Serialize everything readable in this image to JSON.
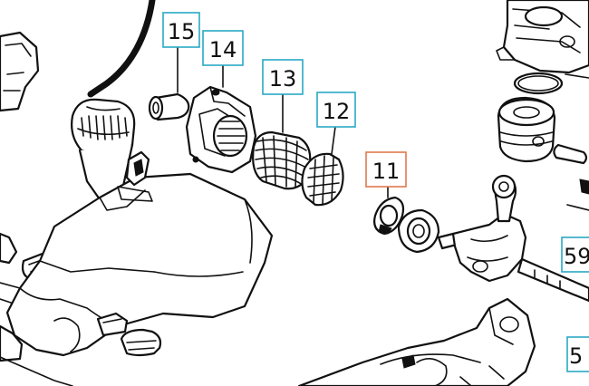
{
  "diagram": {
    "colors": {
      "line": "#111111",
      "callout_default": "#2aa8c4",
      "callout_selected": "#e07a4f",
      "background": "#ffffff"
    },
    "callouts": [
      {
        "id": "15",
        "label": "15",
        "selected": false
      },
      {
        "id": "14",
        "label": "14",
        "selected": false
      },
      {
        "id": "13",
        "label": "13",
        "selected": false
      },
      {
        "id": "12",
        "label": "12",
        "selected": false
      },
      {
        "id": "11",
        "label": "11",
        "selected": true
      },
      {
        "id": "59",
        "label": "59",
        "selected": false
      },
      {
        "id": "5x",
        "label": "5",
        "selected": false
      }
    ]
  }
}
